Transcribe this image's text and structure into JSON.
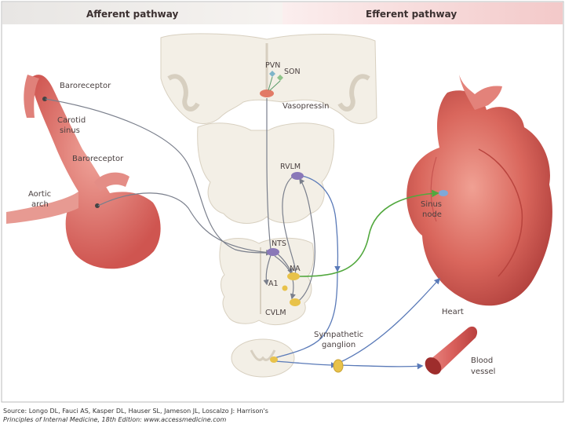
{
  "headers": {
    "afferent": "Afferent pathway",
    "efferent": "Efferent pathway"
  },
  "labels": {
    "baroreceptor_carotid": "Baroreceptor",
    "carotid_sinus_1": "Carotid",
    "carotid_sinus_2": "sinus",
    "baroreceptor_aortic": "Baroreceptor",
    "aortic_arch_1": "Aortic",
    "aortic_arch_2": "arch",
    "pvn": "PVN",
    "son": "SON",
    "vasopressin": "Vasopressin",
    "rvlm": "RVLM",
    "nts": "NTS",
    "na": "NA",
    "a1": "A1",
    "cvlm": "CVLM",
    "sympathetic_1": "Sympathetic",
    "sympathetic_2": "ganglion",
    "sinus_node_1": "Sinus",
    "sinus_node_2": "node",
    "heart": "Heart",
    "blood_vessel_1": "Blood",
    "blood_vessel_2": "vessel"
  },
  "source": {
    "line1": "Source: Longo DL, Fauci AS, Kasper DL, Hauser SL, Jameson JL, Loscalzo J: Harrison's",
    "line2": "Principles of Internal Medicine, 18th Edition: www.accessmedicine.com"
  },
  "colors": {
    "afferent_line": "#7a7f8c",
    "efferent_line": "#5a7ab8",
    "parasympathetic_line": "#52a83e",
    "nucleus_purple": "#8a78b8",
    "nucleus_yellow": "#e8c24a",
    "vessel_red": "#d9605c"
  }
}
